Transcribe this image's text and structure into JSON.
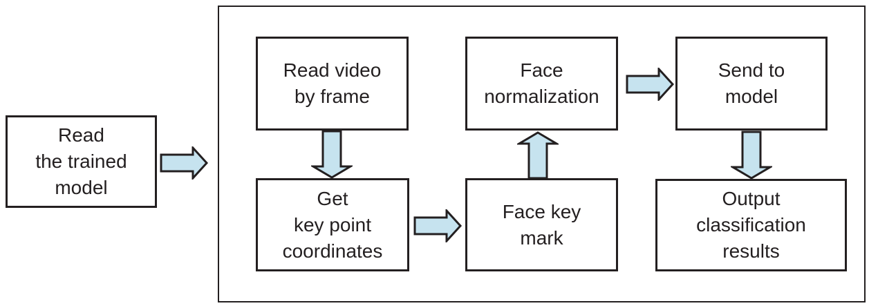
{
  "diagram": {
    "type": "flowchart",
    "description": "Video-based face classification pipeline"
  },
  "colors": {
    "line": "#231f20",
    "arrow_fill": "#c6e3ef",
    "box_bg": "#ffffff",
    "canvas_bg": "#ffffff"
  },
  "nodes": {
    "read_trained_model": {
      "label": "Read\nthe trained\nmodel"
    },
    "read_video_by_frame": {
      "label": "Read video\nby frame"
    },
    "face_normalization": {
      "label": "Face\nnormalization"
    },
    "send_to_model": {
      "label": "Send to\nmodel"
    },
    "get_key_point_coordinates": {
      "label": "Get\nkey point\ncoordinates"
    },
    "face_key_mark": {
      "label": "Face key\nmark"
    },
    "output_classification_results": {
      "label": "Output\nclassification\nresults"
    }
  },
  "edges": [
    {
      "from": "read_trained_model",
      "to": "pipeline_container",
      "direction": "right"
    },
    {
      "from": "read_video_by_frame",
      "to": "get_key_point_coordinates",
      "direction": "down"
    },
    {
      "from": "get_key_point_coordinates",
      "to": "face_key_mark",
      "direction": "right"
    },
    {
      "from": "face_key_mark",
      "to": "face_normalization",
      "direction": "up"
    },
    {
      "from": "face_normalization",
      "to": "send_to_model",
      "direction": "right"
    },
    {
      "from": "send_to_model",
      "to": "output_classification_results",
      "direction": "down"
    }
  ]
}
